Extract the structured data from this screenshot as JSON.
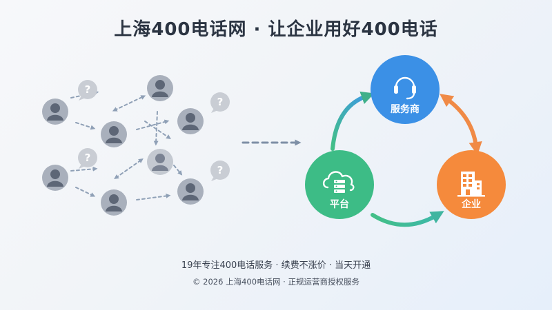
{
  "title": "上海400电话网 · 让企业用好400电话",
  "diagram": {
    "nodes": {
      "service_provider": {
        "label": "服务商",
        "color": "#3b90e6",
        "icon": "headset-icon"
      },
      "platform": {
        "label": "平台",
        "color": "#3dbc86",
        "icon": "cloud-server-icon"
      },
      "enterprise": {
        "label": "企业",
        "color": "#f58a3c",
        "icon": "building-icon"
      }
    },
    "question_mark": "?",
    "colors": {
      "person": "#a9b0bc",
      "person_light": "#c4c9d1",
      "bubble": "#c9cdd4",
      "dashed_arrow": "#8fa0b6",
      "big_arrow": "#7e8fa6"
    }
  },
  "footer": {
    "line1": "19年专注400电话服务 · 续费不涨价 · 当天开通",
    "line2": "© 2026 上海400电话网 · 正规运营商授权服务"
  }
}
